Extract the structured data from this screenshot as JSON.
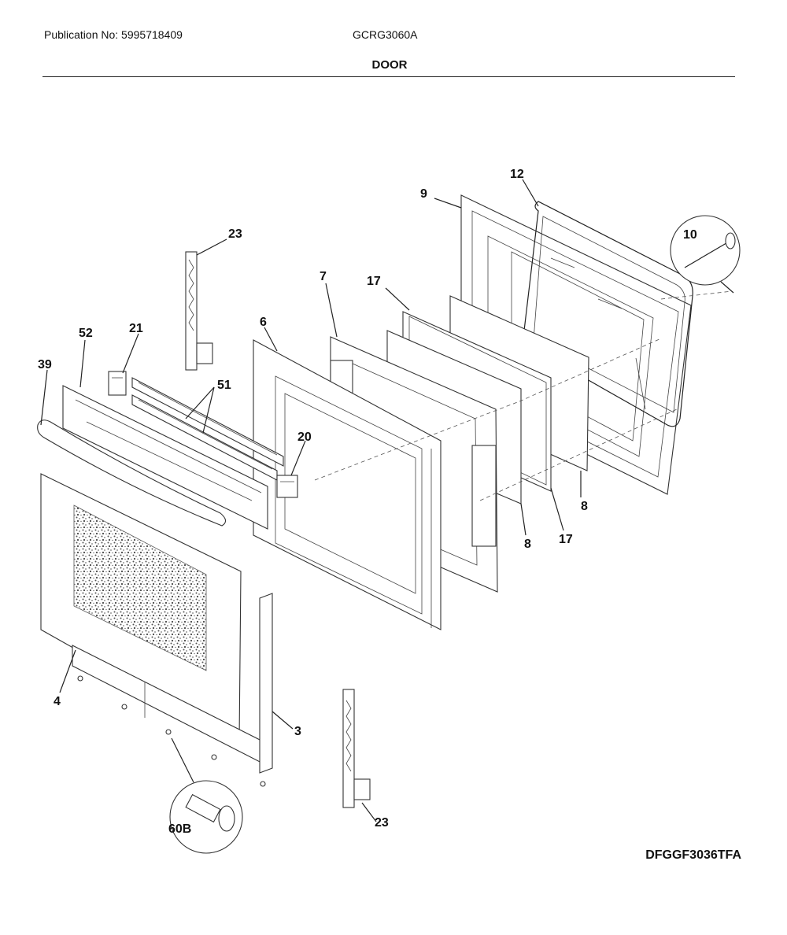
{
  "header": {
    "publication": "Publication No: 5995718409",
    "model": "GCRG3060A",
    "section_title": "DOOR"
  },
  "diagram_code": "DFGGF3036TFA",
  "callouts": [
    {
      "id": "c12",
      "label": "12"
    },
    {
      "id": "c9",
      "label": "9"
    },
    {
      "id": "c10",
      "label": "10"
    },
    {
      "id": "c23a",
      "label": "23"
    },
    {
      "id": "c7",
      "label": "7"
    },
    {
      "id": "c17a",
      "label": "17"
    },
    {
      "id": "c6",
      "label": "6"
    },
    {
      "id": "c52",
      "label": "52"
    },
    {
      "id": "c21",
      "label": "21"
    },
    {
      "id": "c39",
      "label": "39"
    },
    {
      "id": "c51",
      "label": "51"
    },
    {
      "id": "c20",
      "label": "20"
    },
    {
      "id": "c8a",
      "label": "8"
    },
    {
      "id": "c8b",
      "label": "8"
    },
    {
      "id": "c17b",
      "label": "17"
    },
    {
      "id": "c4",
      "label": "4"
    },
    {
      "id": "c3",
      "label": "3"
    },
    {
      "id": "c60b",
      "label": "60B"
    },
    {
      "id": "c23b",
      "label": "23"
    }
  ]
}
